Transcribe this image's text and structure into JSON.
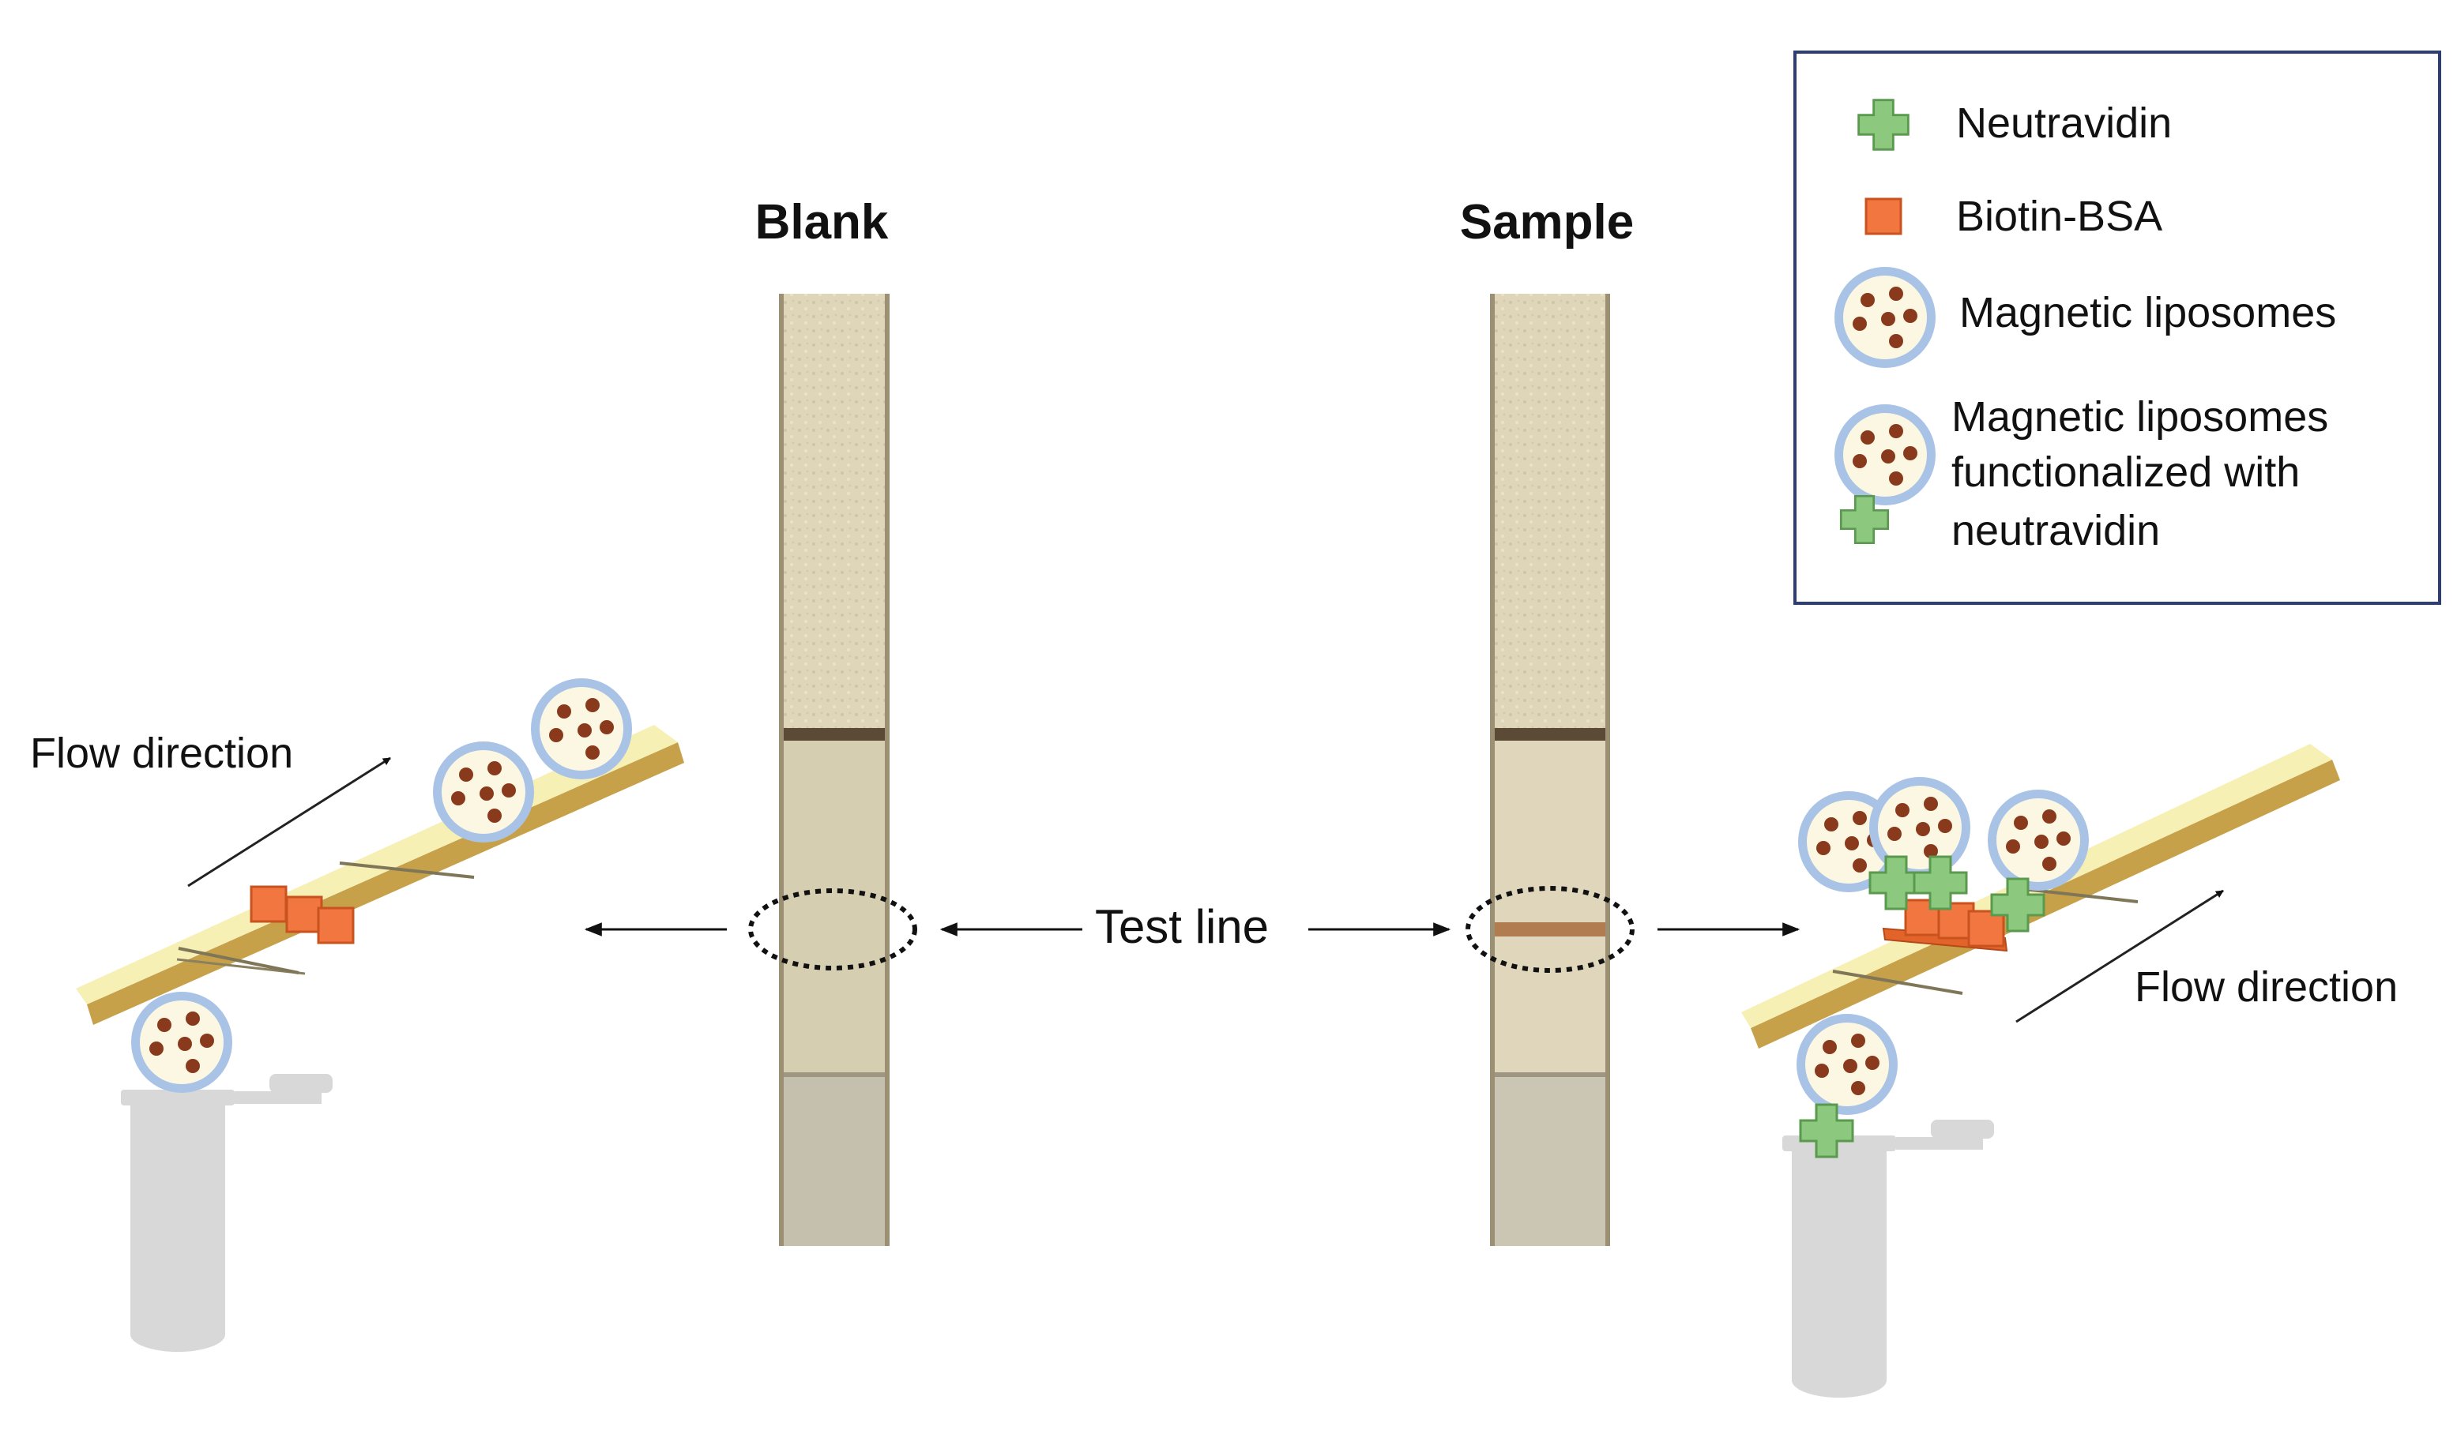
{
  "labels": {
    "blank": "Blank",
    "sample": "Sample",
    "test_line": "Test line",
    "flow_left": "Flow direction",
    "flow_right": "Flow direction"
  },
  "legend": {
    "items": [
      {
        "icon": "neutravidin-icon",
        "text": "Neutravidin"
      },
      {
        "icon": "biotin-bsa-icon",
        "text": "Biotin-BSA"
      },
      {
        "icon": "magnetic-liposome-icon",
        "text": "Magnetic liposomes"
      },
      {
        "icon": "functionalized-liposome-icon",
        "lines": [
          "Magnetic liposomes",
          "functionalized with",
          "neutravidin"
        ]
      }
    ]
  },
  "colors": {
    "neutravidin": "#8cc97e",
    "biotin_bsa": "#f2763f",
    "liposome_ring": "#a9c3e6",
    "liposome_core": "#fcf7e2",
    "particle": "#8a3a1c",
    "strip_surface": "#f7f0b5",
    "pad": "#dcd2b4",
    "membrane": "#d6ceb0",
    "tube": "#d8d8d8",
    "legend_border": "#2e3f6e"
  }
}
